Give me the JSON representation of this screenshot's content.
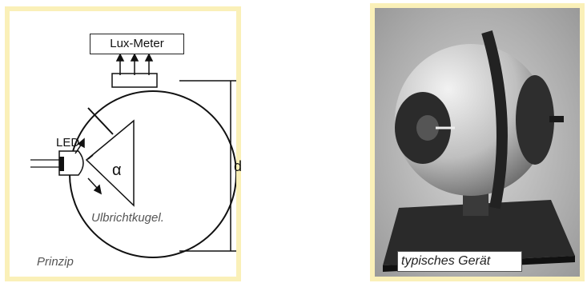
{
  "principle": {
    "meter_label": "Lux-Meter",
    "led_label": "LED",
    "angle_label": "α",
    "diameter_label": "d",
    "sphere_label": "Ulbrichtkugel.",
    "caption": "Prinzip"
  },
  "device": {
    "caption": "typisches Gerät"
  }
}
